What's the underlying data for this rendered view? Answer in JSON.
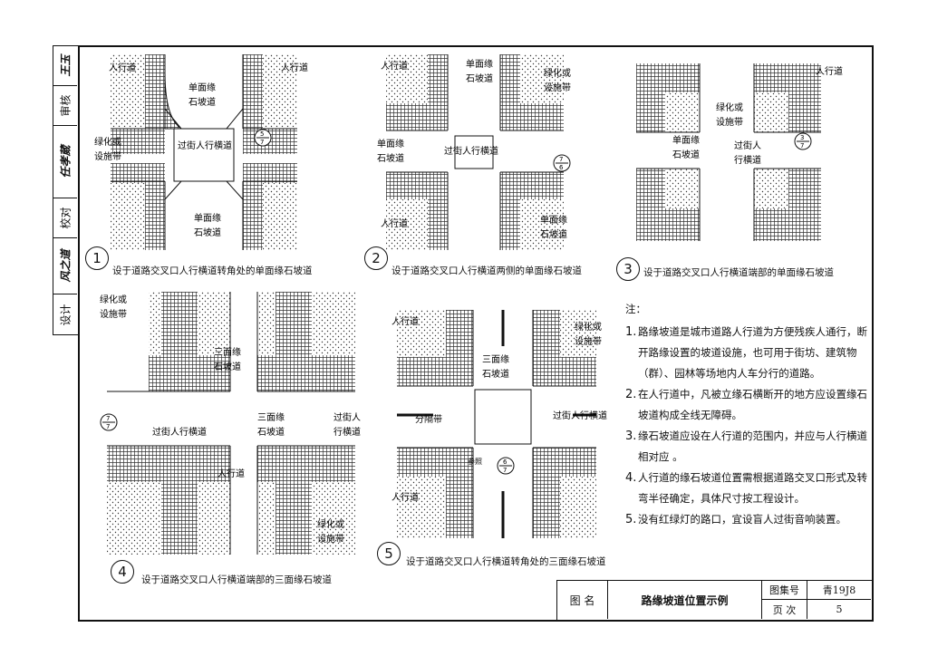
{
  "sidebar": {
    "design_label": "设计",
    "design_sign": "风之道",
    "proof_label": "校对",
    "proof_sign": "任孝葳",
    "review_label": "审核",
    "review_sign": "王玉"
  },
  "diagram1": {
    "num": "1",
    "caption": "设于道路交叉口人行横道转角处的单面缘石坡道",
    "lbl_sidewalk_left": "人行道",
    "lbl_sidewalk_right": "人行道",
    "lbl_ramp_top_1": "单面缘",
    "lbl_ramp_top_2": "石坡道",
    "lbl_green_1": "绿化或",
    "lbl_green_2": "设施带",
    "lbl_crossing": "过街人行横道",
    "lbl_ramp_bot_1": "单面缘",
    "lbl_ramp_bot_2": "石坡道",
    "ref_top": "5",
    "ref_bottom": "7"
  },
  "diagram2": {
    "num": "2",
    "caption": "设于道路交叉口人行横道两侧的单面缘石坡道",
    "lbl_sidewalk_top": "人行道",
    "lbl_ramp_top_1": "单面缘",
    "lbl_ramp_top_2": "石坡道",
    "lbl_green_1": "绿化或",
    "lbl_green_2": "设施带",
    "lbl_ramp_left_1": "单面缘",
    "lbl_ramp_left_2": "石坡道",
    "lbl_crossing": "过街人行横道",
    "lbl_sidewalk_bot": "人行道",
    "lbl_ramp_bot_1": "单面缘",
    "lbl_ramp_bot_2": "石坡道",
    "ref_top": "7",
    "ref_bottom": "6"
  },
  "diagram3": {
    "num": "3",
    "caption": "设于道路交叉口人行横道端部的单面缘石坡道",
    "lbl_sidewalk": "人行道",
    "lbl_green_1": "绿化或",
    "lbl_green_2": "设施带",
    "lbl_ramp_1": "单面缘",
    "lbl_ramp_2": "石坡道",
    "lbl_crossing_1": "过街人",
    "lbl_crossing_2": "行横道",
    "ref_top": "3",
    "ref_bottom": "7"
  },
  "diagram4": {
    "num": "4",
    "caption": "设于道路交叉口人行横道端部的三面缘石坡道",
    "lbl_green_top_1": "绿化或",
    "lbl_green_top_2": "设施带",
    "lbl_ramp_top_1": "三面缘",
    "lbl_ramp_top_2": "石坡道",
    "lbl_crossing": "过街人行横道",
    "lbl_ramp_mid_1": "三面缘",
    "lbl_ramp_mid_2": "石坡道",
    "lbl_crossing_r_1": "过街人",
    "lbl_crossing_r_2": "行横道",
    "lbl_sidewalk": "人行道",
    "lbl_green_bot_1": "绿化或",
    "lbl_green_bot_2": "设施带",
    "ref_top": "7",
    "ref_bottom": "7"
  },
  "diagram5": {
    "num": "5",
    "caption": "设于道路交叉口人行横道转角处的三面缘石坡道",
    "lbl_sidewalk_top": "人行道",
    "lbl_green_1": "绿化或",
    "lbl_green_2": "设施带",
    "lbl_ramp_1": "三面缘",
    "lbl_ramp_2": "石坡道",
    "lbl_divider": "分隔带",
    "lbl_crossing": "过街人行横道",
    "lbl_ref_word": "参照",
    "lbl_sidewalk_bot": "人行道",
    "ref_top": "6",
    "ref_bottom": "7"
  },
  "notes": {
    "title": "注：",
    "items": [
      {
        "n": "1.",
        "text": "路缘坡道是城市道路人行道为方便残疾人通行，断开路缘设置的坡道设施，也可用于街坊、建筑物（群）、园林等场地内人车分行的道路。"
      },
      {
        "n": "2.",
        "text": "在人行道中，凡被立缘石横断开的地方应设置缘石坡道构成全线无障碍。"
      },
      {
        "n": "3.",
        "text": "缘石坡道应设在人行道的范围内，并应与人行横道相对应 。"
      },
      {
        "n": "4.",
        "text": "人行道的缘石坡道位置需根据道路交叉口形式及转弯半径确定，具体尺寸按工程设计。"
      },
      {
        "n": "5.",
        "text": "没有红绿灯的路口，宜设盲人过街音响装置。"
      }
    ]
  },
  "title_block": {
    "name_label": "图 名",
    "title": "路缘坡道位置示例",
    "atlas_label": "图集号",
    "atlas_value": "青19J8",
    "page_label": "页 次",
    "page_value": "5"
  }
}
